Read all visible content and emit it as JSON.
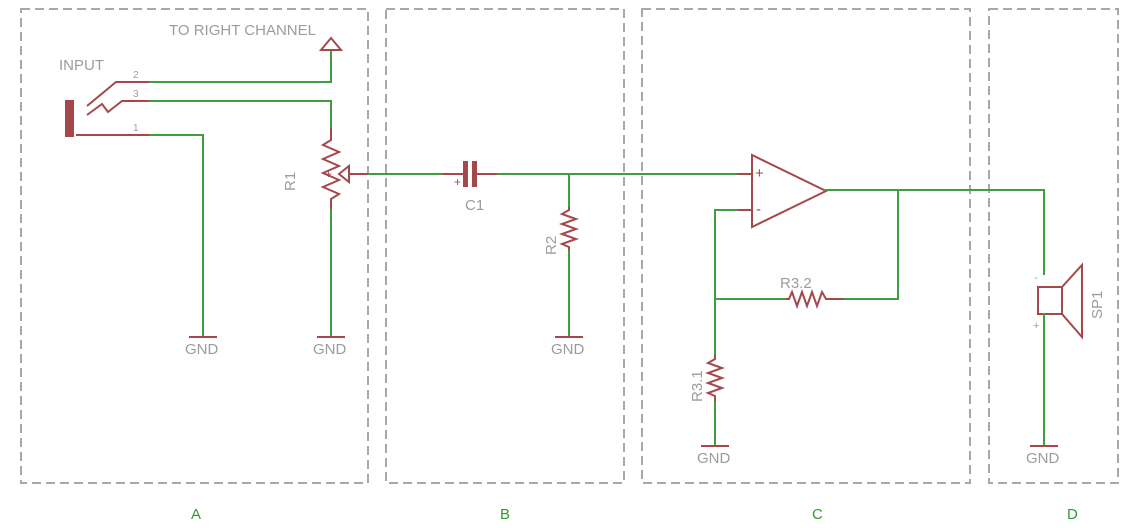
{
  "labels": {
    "input": "INPUT",
    "to_right_channel": "TO RIGHT CHANNEL",
    "r1": "R1",
    "c1": "C1",
    "r2": "R2",
    "r3_1": "R3.1",
    "r3_2": "R3.2",
    "sp1": "SP1",
    "gnd": "GND"
  },
  "pins": {
    "p1": "1",
    "p2": "2",
    "p3": "3",
    "plus": "+",
    "minus": "-"
  },
  "sections": [
    "A",
    "B",
    "C",
    "D"
  ],
  "colors": {
    "wire": "#3f9f3f",
    "part": "#a5484c",
    "frame": "#a8a8a8",
    "text": "#9c9c9c",
    "section": "#2f9a2f"
  }
}
